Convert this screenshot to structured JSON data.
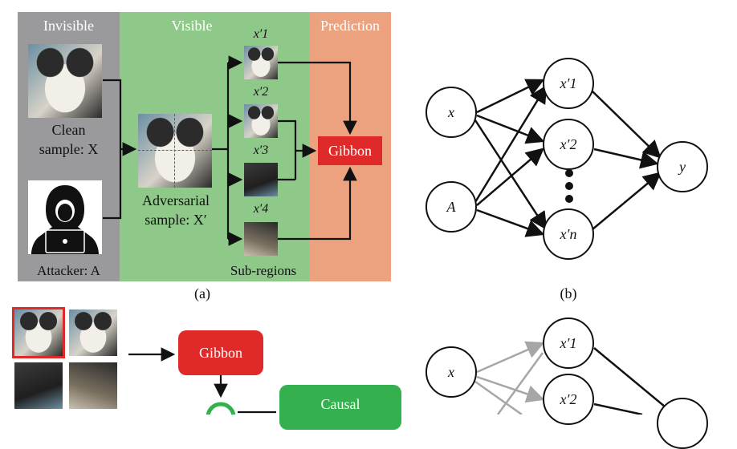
{
  "panel_a": {
    "invisible_label": "Invisible",
    "visible_label": "Visible",
    "prediction_label": "Prediction",
    "clean_label_line1": "Clean",
    "clean_label_line2": "sample: X",
    "attacker_label": "Attacker: A",
    "adversarial_line1": "Adversarial",
    "adversarial_line2": "sample: X′",
    "subregion_labels": [
      "x′1",
      "x′2",
      "x′3",
      "x′4"
    ],
    "subregions_caption": "Sub-regions",
    "gibbon_label": "Gibbon",
    "caption": "(a)",
    "colors": {
      "invisible": "#9a9a9d",
      "visible": "#8ec98a",
      "prediction": "#eca27f",
      "gibbon": "#e02a2a"
    }
  },
  "panel_b": {
    "node_x": "x",
    "node_a": "A",
    "node_x1": "x′1",
    "node_x2": "x′2",
    "node_xn": "x′n",
    "node_y": "y",
    "caption": "(b)"
  },
  "panel_c": {
    "gibbon_label": "Gibbon",
    "causal_label": "Causal",
    "colors": {
      "gibbon": "#e02a2a",
      "causal": "#35b04f"
    }
  },
  "panel_d": {
    "node_x": "x",
    "node_x1": "x′1",
    "node_x2": "x′2"
  }
}
